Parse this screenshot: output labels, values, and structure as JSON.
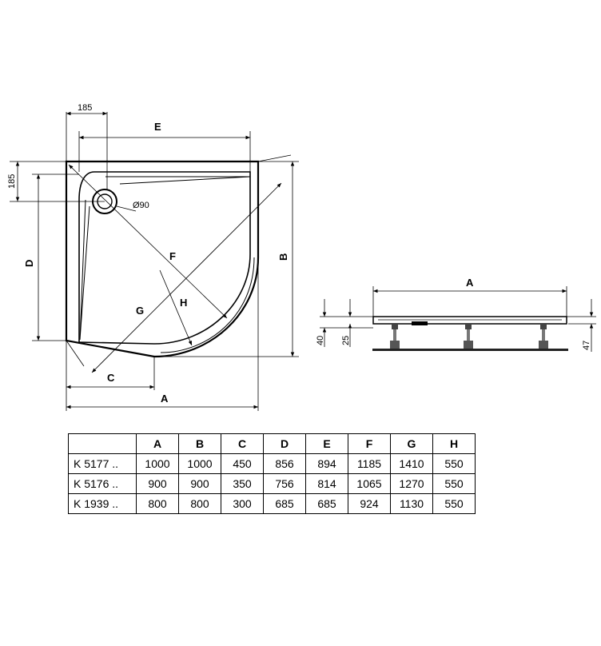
{
  "plan_view": {
    "label_185_top": "185",
    "label_185_side": "185",
    "label_E": "E",
    "label_D": "D",
    "label_B": "B",
    "label_F": "F",
    "label_G": "G",
    "label_H": "H",
    "label_C": "C",
    "label_A": "A",
    "label_drain": "Ø90"
  },
  "side_view": {
    "label_A": "A",
    "label_40": "40",
    "label_25": "25",
    "label_47": "47"
  },
  "table": {
    "columns": [
      "A",
      "B",
      "C",
      "D",
      "E",
      "F",
      "G",
      "H"
    ],
    "rows": [
      {
        "model": "K 5177 ..",
        "values": [
          "1000",
          "1000",
          "450",
          "856",
          "894",
          "1185",
          "1410",
          "550"
        ]
      },
      {
        "model": "K 5176 ..",
        "values": [
          "900",
          "900",
          "350",
          "756",
          "814",
          "1065",
          "1270",
          "550"
        ]
      },
      {
        "model": "K 1939 ..",
        "values": [
          "800",
          "800",
          "300",
          "685",
          "685",
          "924",
          "1130",
          "550"
        ]
      }
    ]
  }
}
